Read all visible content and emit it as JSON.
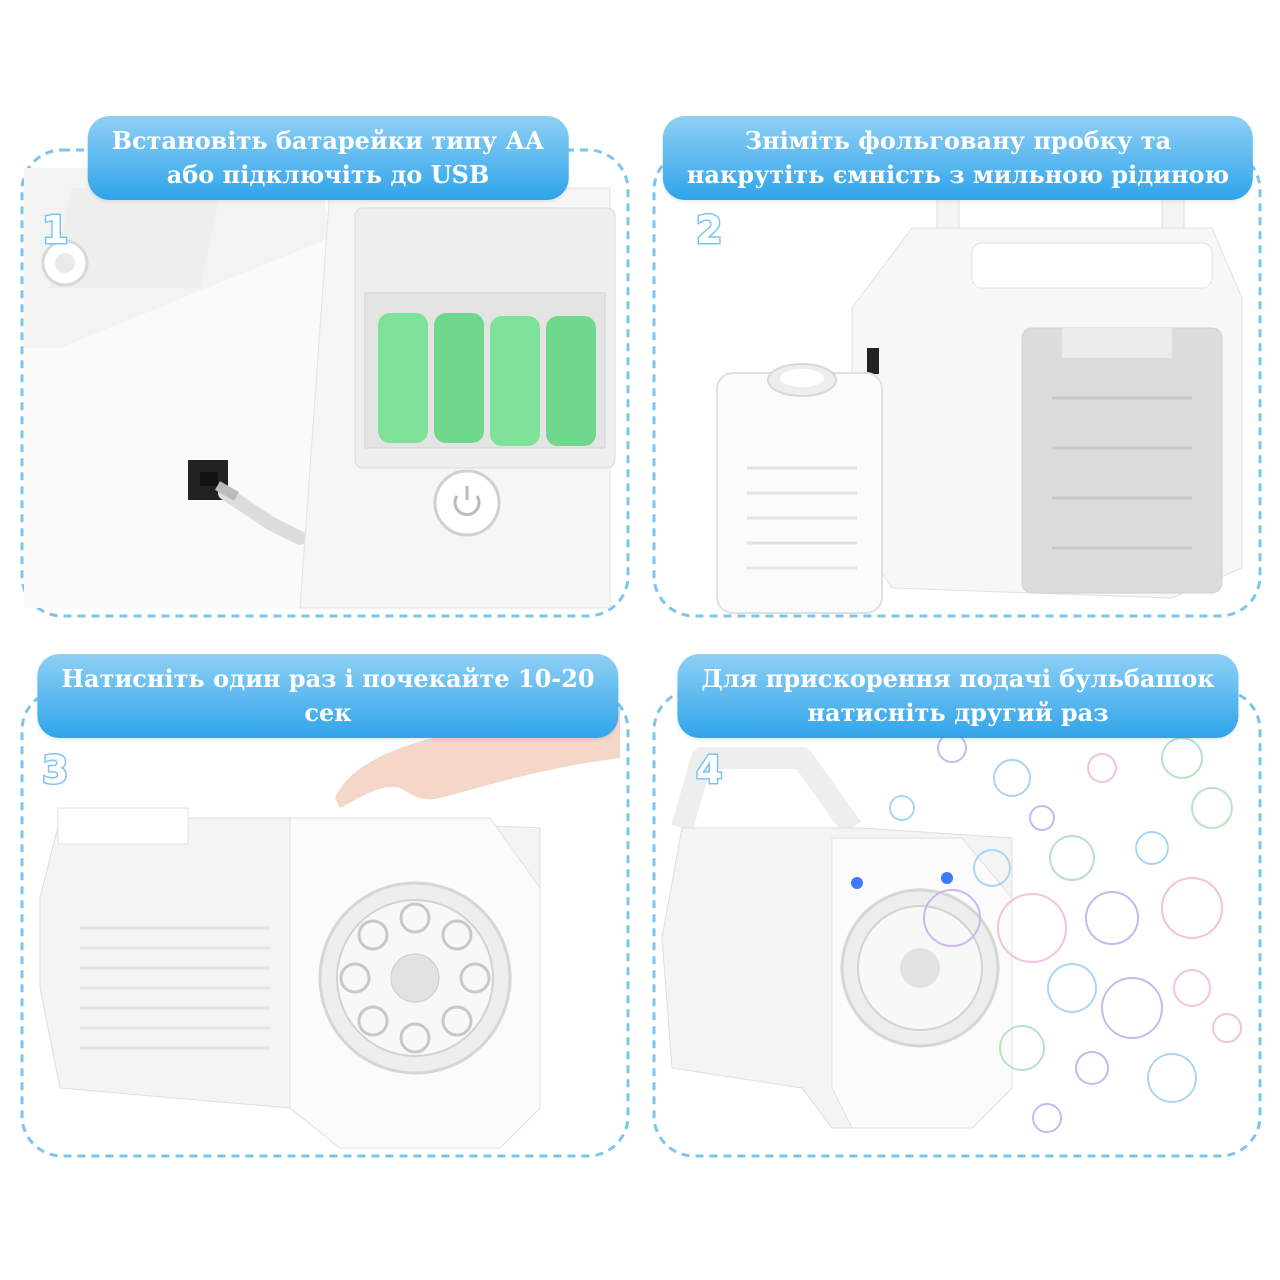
{
  "steps": [
    {
      "number": "1",
      "caption_line1": "Встановіть батарейки типу АА",
      "caption_line2": "або підключіть до USB"
    },
    {
      "number": "2",
      "caption_line1": "Зніміть фольговану пробку та",
      "caption_line2": "накрутіть ємність з мильною рідиною"
    },
    {
      "number": "3",
      "caption_line1": "Натисніть один раз і почекайте 10-20",
      "caption_line2": "сек"
    },
    {
      "number": "4",
      "caption_line1": "Для прискорення подачі бульбашок",
      "caption_line2": "натисніть другий раз"
    }
  ],
  "colors": {
    "accent": "#2fa4ea",
    "frame_dash": "#7cc4f0",
    "battery": "#7ee29a"
  },
  "icons": [
    "power-icon",
    "usb-cable-icon",
    "battery-icon"
  ]
}
